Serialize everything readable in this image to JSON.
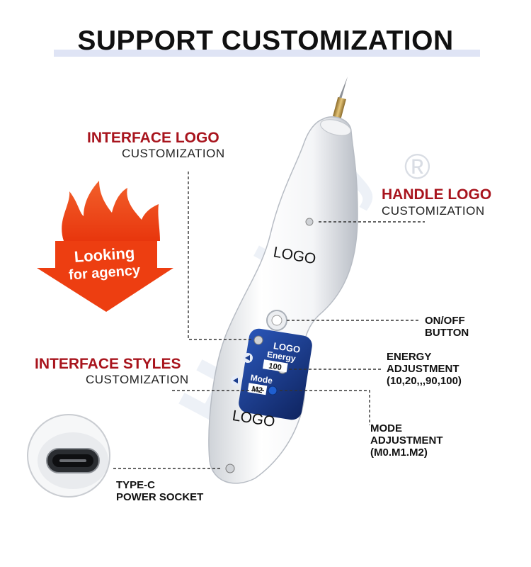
{
  "title": "SUPPORT CUSTOMIZATION",
  "watermark": "Honkay",
  "registered_mark": "®",
  "badge": {
    "line1": "Looking",
    "line2": "for agency"
  },
  "interface_logo": {
    "heading": "INTERFACE LOGO",
    "sub": "CUSTOMIZATION"
  },
  "handle_logo": {
    "heading": "HANDLE LOGO",
    "sub": "CUSTOMIZATION"
  },
  "interface_styles": {
    "heading": "INTERFACE STYLES",
    "sub": "CUSTOMIZATION"
  },
  "on_off": {
    "line1": "ON/OFF",
    "line2": "BUTTON"
  },
  "energy": {
    "line1": "ENERGY",
    "line2": "ADJUSTMENT",
    "line3": "(10,20,,,90,100)"
  },
  "mode": {
    "line1": "MODE",
    "line2": "ADJUSTMENT",
    "line3": "(M0.M1.M2)"
  },
  "typec": {
    "line1": "TYPE-C",
    "line2": "POWER SOCKET"
  },
  "device": {
    "handle_logo": "LOGO",
    "screen_logo": "LOGO",
    "energy_label": "Energy",
    "energy_value": "100",
    "mode_label": "Mode",
    "mode_value": "M2",
    "bottom_logo": "LOGO"
  },
  "colors": {
    "heading_red": "#a8141d",
    "screen_blue": "#1b3c8c",
    "flame_orange": "#f04a12"
  }
}
